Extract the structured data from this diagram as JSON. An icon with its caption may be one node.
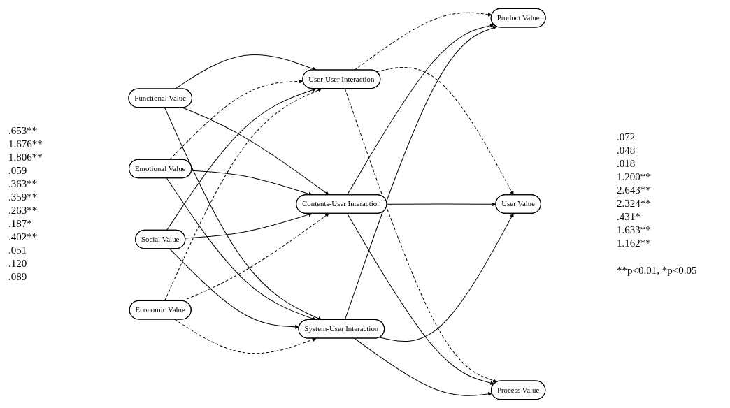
{
  "diagram": {
    "nodes": [
      {
        "text": [
          "Functional Value"
        ]
      },
      {
        "text": [
          "Emotional Value"
        ]
      },
      {
        "text": [
          "Social Value"
        ]
      },
      {
        "text": [
          "Economic Value"
        ]
      },
      {
        "text": [
          "User-User Interaction"
        ]
      },
      {
        "text": [
          "Contents-User Interaction"
        ]
      },
      {
        "text": [
          "System-User Interaction"
        ]
      },
      {
        "text": [
          "Product Value"
        ]
      },
      {
        "text": [
          "User Value"
        ]
      },
      {
        "text": [
          "Process Value"
        ]
      }
    ],
    "edges": [
      {
        "from": 0,
        "to": 4,
        "arrow": "to"
      },
      {
        "from": 0,
        "to": 5,
        "arrow": "to"
      },
      {
        "from": 0,
        "to": 6,
        "arrow": "to"
      },
      {
        "from": 1,
        "to": 4,
        "arrow": "to",
        "style": "dashed"
      },
      {
        "from": 1,
        "to": 5,
        "arrow": "to"
      },
      {
        "from": 1,
        "to": 6,
        "arrow": "to"
      },
      {
        "from": 2,
        "to": 4,
        "arrow": "to"
      },
      {
        "from": 2,
        "to": 5,
        "arrow": "to"
      },
      {
        "from": 2,
        "to": 6,
        "arrow": "to"
      },
      {
        "from": 3,
        "to": 4,
        "arrow": "to",
        "style": "dashed"
      },
      {
        "from": 3,
        "to": 5,
        "arrow": "to",
        "style": "dashed"
      },
      {
        "from": 3,
        "to": 6,
        "arrow": "to",
        "style": "dashed"
      },
      {
        "from": 4,
        "to": 7,
        "arrow": "to",
        "style": "dashed"
      },
      {
        "from": 4,
        "to": 8,
        "arrow": "to",
        "style": "dashed"
      },
      {
        "from": 4,
        "to": 9,
        "arrow": "to",
        "style": "dashed"
      },
      {
        "from": 5,
        "to": 7,
        "arrow": "to"
      },
      {
        "from": 5,
        "to": 8,
        "arrow": "to"
      },
      {
        "from": 5,
        "to": 9,
        "arrow": "to"
      },
      {
        "from": 6,
        "to": 7,
        "arrow": "to"
      },
      {
        "from": 6,
        "to": 8,
        "arrow": "to"
      },
      {
        "from": 6,
        "to": 9,
        "arrow": "to"
      }
    ],
    "labels": [
      ".653**",
      "1.676**",
      "1.806**",
      ".059",
      ".363**",
      ".359**",
      ".263**",
      ".187*",
      ".402**",
      ".051",
      ".120",
      ".089",
      ".072",
      ".048",
      ".018",
      "1.200**",
      "2.643**",
      "2.324**",
      ".431*",
      "1.633**",
      "1.162**",
      "**p<0.01, *p<0.05"
    ]
  }
}
